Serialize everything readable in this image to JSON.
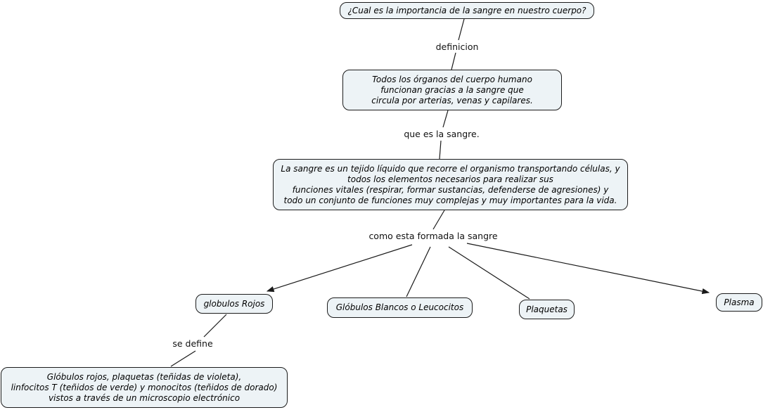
{
  "canvas": {
    "background": "#ffffff"
  },
  "concepts": {
    "question": "¿Cual es la importancia de la sangre en nuestro cuerpo?",
    "organs": "Todos los órganos del cuerpo humano\nfuncionan gracias a la sangre que\ncircula por arterias, venas y capilares.",
    "blood_definition": "La sangre es un tejido líquido que recorre el organismo transportando células, y\ntodos los elementos necesarios para realizar sus\nfunciones vitales (respirar, formar sustancias, defenderse de agresiones) y\ntodo un conjunto de funciones muy complejas y muy importantes para la vida.",
    "globulos_rojos": "globulos Rojos",
    "globulos_blancos": "Glóbulos Blancos o Leucocitos",
    "plaquetas": "Plaquetas",
    "plasma": "Plasma",
    "micrograph": "Glóbulos rojos, plaquetas (teñidas de violeta),\nlinfocitos T (teñidos de verde) y monocitos (teñidos de dorado)\nvistos a través de un microscopio electrónico"
  },
  "link_labels": {
    "definicion": "definicion",
    "que_es_la_sangre": "que es la sangre.",
    "como_esta_formada": "como esta formada la sangre",
    "se_define": "se define"
  },
  "connections": [
    {
      "from": "question",
      "label": "definicion",
      "to": "organs",
      "arrowhead": false
    },
    {
      "from": "organs",
      "label": "que es la sangre.",
      "to": "blood_definition",
      "arrowhead": false
    },
    {
      "from": "blood_definition",
      "label": "como esta formada la sangre",
      "to": "globulos_rojos",
      "arrowhead": true
    },
    {
      "from": "blood_definition",
      "label": "como esta formada la sangre",
      "to": "globulos_blancos",
      "arrowhead": false
    },
    {
      "from": "blood_definition",
      "label": "como esta formada la sangre",
      "to": "plaquetas",
      "arrowhead": false
    },
    {
      "from": "blood_definition",
      "label": "como esta formada la sangre",
      "to": "plasma",
      "arrowhead": true
    },
    {
      "from": "globulos_rojos",
      "label": "se define",
      "to": "micrograph",
      "arrowhead": false
    }
  ],
  "colors": {
    "concept_fill": "#edf3f6",
    "concept_border": "#1c1c1c",
    "connector_line": "#1a1a1a",
    "text": "#000000"
  }
}
